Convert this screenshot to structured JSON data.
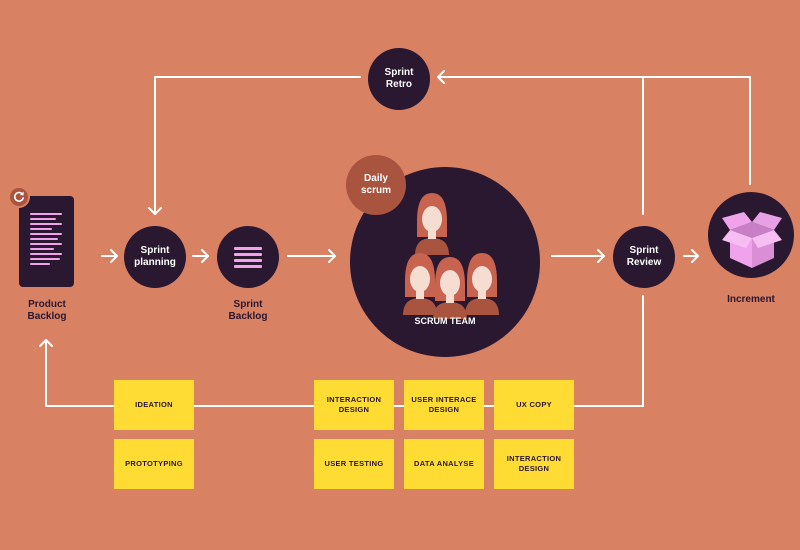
{
  "nodes": {
    "product_backlog": "Product\nBacklog",
    "sprint_planning": "Sprint\nplanning",
    "sprint_backlog": "Sprint\nBacklog",
    "daily_scrum": "Daily\nscrum",
    "scrum_team": "SCRUM TEAM",
    "sprint_review": "Sprint\nReview",
    "sprint_retro": "Sprint\nRetro",
    "increment": "Increment"
  },
  "activities": [
    "IDEATION",
    "PROTOTYPING",
    "INTERACTION DESIGN",
    "USER TESTING",
    "USER INTERACE DESIGN",
    "DATA ANALYSE",
    "UX COPY",
    "INTERACTION DESIGN"
  ],
  "icons": {
    "refresh": "refresh-icon",
    "document": "document-icon",
    "list": "list-icon",
    "people": "person-icon",
    "box": "open-box-icon"
  },
  "colors": {
    "background": "#D98163",
    "node": "#2A1730",
    "accent_pink": "#F0A2EB",
    "daily_scrum": "#A9543F",
    "sticky_note": "#FEDC34",
    "arrows": "#FFFFFF"
  }
}
